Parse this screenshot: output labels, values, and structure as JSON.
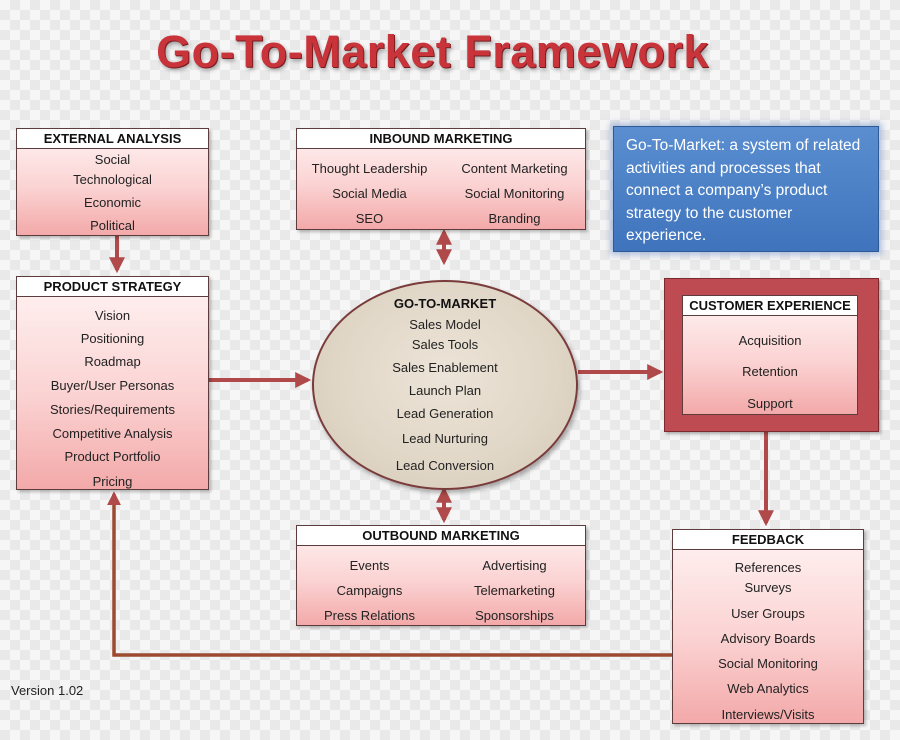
{
  "title": "Go-To-Market Framework",
  "colors": {
    "title": "#c8343a",
    "box_fill": "#fbd3d3",
    "arrow": "#b04a4a",
    "info_box": "#3f74bd",
    "circle": "#e0d6c6"
  },
  "external_analysis": {
    "heading": "EXTERNAL ANALYSIS",
    "items": [
      "Social",
      "Technological",
      "Economic",
      "Political"
    ]
  },
  "inbound_marketing": {
    "heading": "INBOUND MARKETING",
    "left": [
      "Thought Leadership",
      "Social Media",
      "SEO"
    ],
    "right": [
      "Content Marketing",
      "Social Monitoring",
      "Branding"
    ]
  },
  "info": {
    "text": "Go-To-Market: a system of related activities and processes that connect a company’s product strategy to the customer experience."
  },
  "product_strategy": {
    "heading": "PRODUCT STRATEGY",
    "items": [
      "Vision",
      "Positioning",
      "Roadmap",
      "Buyer/User Personas",
      "Stories/Requirements",
      "Competitive Analysis",
      "Product Portfolio",
      "Pricing"
    ]
  },
  "go_to_market": {
    "heading": "GO-TO-MARKET",
    "items": [
      "Sales Model",
      "Sales Tools",
      "Sales Enablement",
      "Launch Plan",
      "Lead  Generation",
      "Lead Nurturing",
      "Lead Conversion"
    ]
  },
  "customer_experience": {
    "heading": "CUSTOMER EXPERIENCE",
    "items": [
      "Acquisition",
      "Retention",
      "Support"
    ]
  },
  "outbound_marketing": {
    "heading": "OUTBOUND MARKETING",
    "left": [
      "Events",
      "Campaigns",
      "Press Relations"
    ],
    "right": [
      "Advertising",
      "Telemarketing",
      "Sponsorships"
    ]
  },
  "feedback": {
    "heading": "FEEDBACK",
    "items": [
      "References",
      "Surveys",
      "User Groups",
      "Advisory Boards",
      "Social  Monitoring",
      "Web Analytics",
      "Interviews/Visits"
    ]
  },
  "version": "Version 1.02"
}
